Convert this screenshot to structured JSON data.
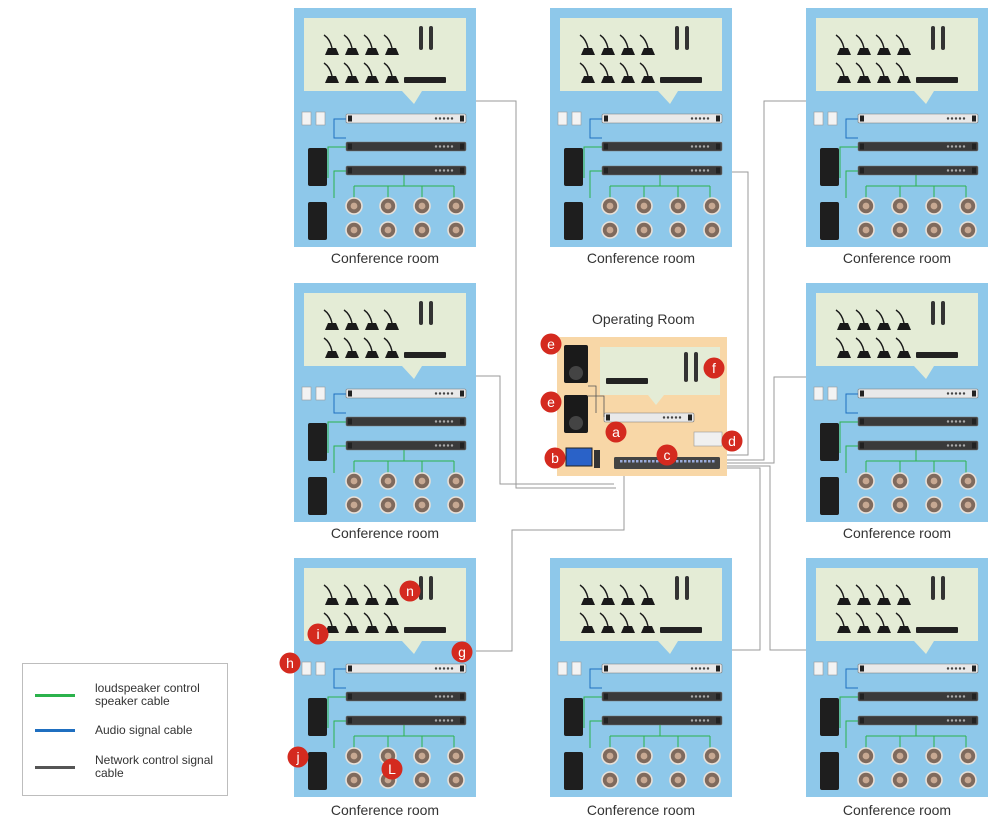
{
  "rooms": [
    {
      "label": "Conference room"
    },
    {
      "label": "Conference room"
    },
    {
      "label": "Conference room"
    },
    {
      "label": "Conference room"
    },
    {
      "label": "Conference room"
    },
    {
      "label": "Conference room"
    },
    {
      "label": "Conference room"
    },
    {
      "label": "Conference room"
    }
  ],
  "operating_room": {
    "title": "Operating Room",
    "badges": [
      "e",
      "e",
      "f",
      "a",
      "d",
      "b",
      "c"
    ]
  },
  "room_badges": [
    "n",
    "i",
    "h",
    "g",
    "j",
    "L"
  ],
  "legend": {
    "items": [
      {
        "label": "loudspeaker control speaker cable",
        "color": "#2bb24c"
      },
      {
        "label": "Audio signal cable",
        "color": "#1f6fc0"
      },
      {
        "label": "Network control signal cable",
        "color": "#555555"
      }
    ]
  },
  "colors": {
    "room_bg": "#8ec8ea",
    "screen_bg": "#e4ecd6",
    "op_bg": "#f8d7a7",
    "badge": "#d42a1f",
    "cable": "#9a9a9a"
  }
}
